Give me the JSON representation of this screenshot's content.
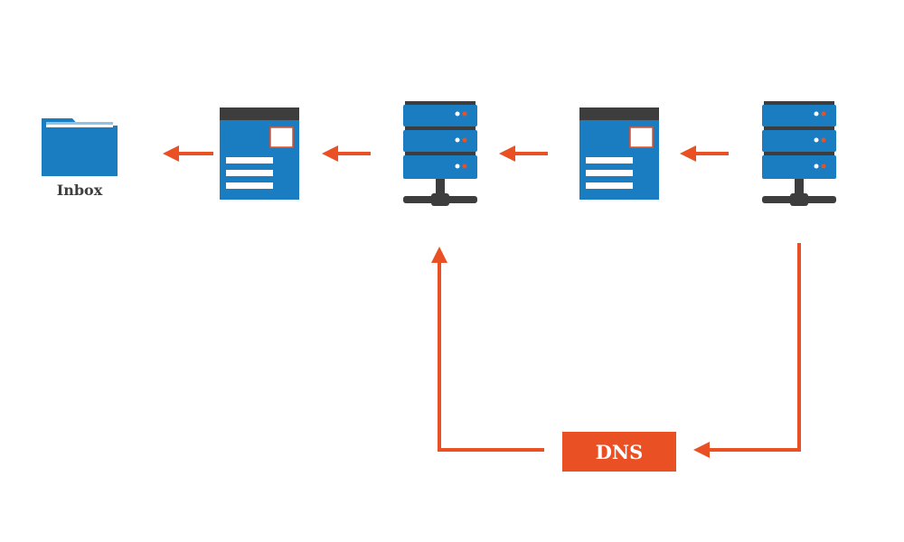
{
  "diagram": {
    "inbox_label": "Inbox",
    "dns_label": "DNS",
    "colors": {
      "primary_blue": "#1a7dc1",
      "dark_gray": "#3d3d3d",
      "arrow_orange": "#e95024",
      "light_blue": "#8ec3e5",
      "white": "#ffffff"
    },
    "nodes": [
      {
        "name": "inbox-folder",
        "icon": "folder-icon"
      },
      {
        "name": "email-document-1",
        "icon": "document-icon"
      },
      {
        "name": "mail-server-receiving",
        "icon": "server-icon"
      },
      {
        "name": "email-document-2",
        "icon": "document-icon"
      },
      {
        "name": "mail-server-sending",
        "icon": "server-icon"
      },
      {
        "name": "dns-box",
        "icon": "dns-label"
      }
    ]
  }
}
